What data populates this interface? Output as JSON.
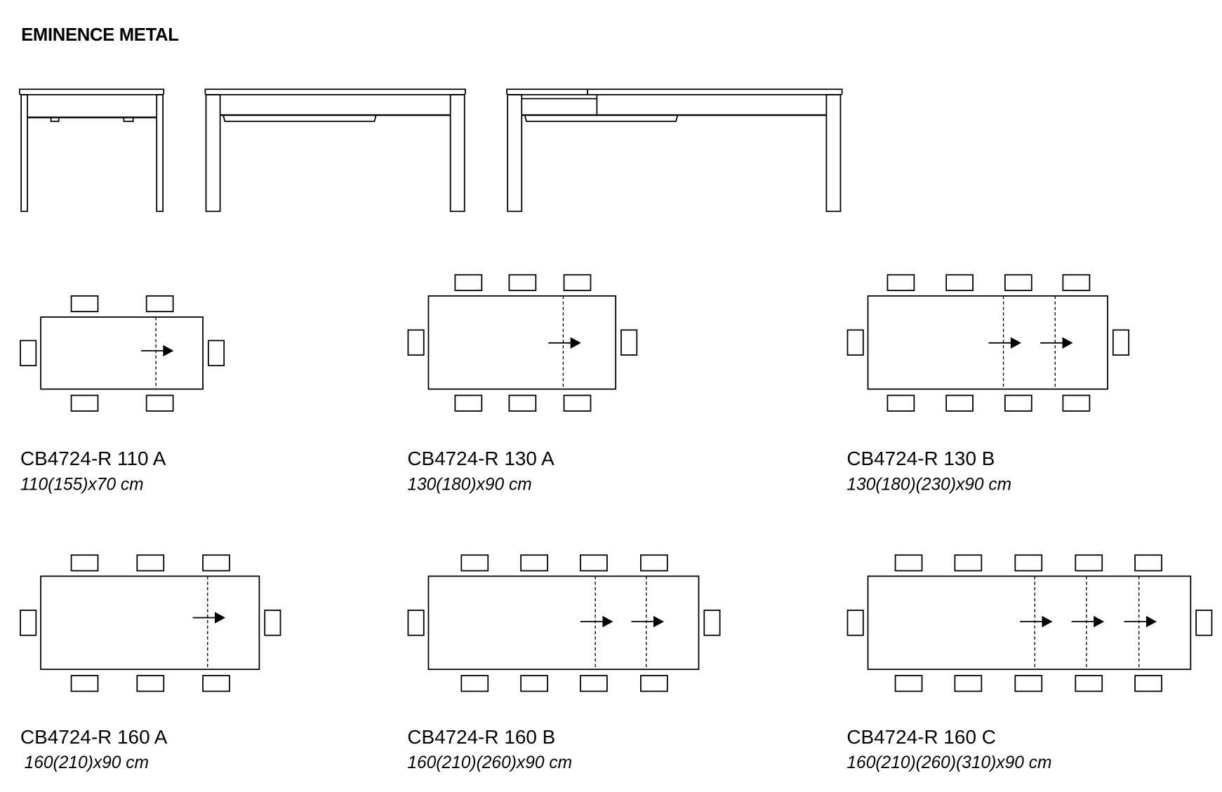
{
  "title": "EMINENCE METAL",
  "models": [
    {
      "code": "CB4724-R 110 A",
      "dimensions": "110(155)x70 cm",
      "extensions": 1,
      "chairs_per_long_side": 2
    },
    {
      "code": "CB4724-R 130 A",
      "dimensions": "130(180)x90 cm",
      "extensions": 1,
      "chairs_per_long_side": 3
    },
    {
      "code": "CB4724-R 130 B",
      "dimensions": "130(180)(230)x90 cm",
      "extensions": 2,
      "chairs_per_long_side": 4
    },
    {
      "code": "CB4724-R 160 A",
      "dimensions": "160(210)x90 cm",
      "extensions": 1,
      "chairs_per_long_side": 3
    },
    {
      "code": "CB4724-R 160 B",
      "dimensions": "160(210)(260)x90 cm",
      "extensions": 2,
      "chairs_per_long_side": 4
    },
    {
      "code": "CB4724-R 160 C",
      "dimensions": "160(210)(260)(310)x90 cm",
      "extensions": 3,
      "chairs_per_long_side": 5
    }
  ]
}
